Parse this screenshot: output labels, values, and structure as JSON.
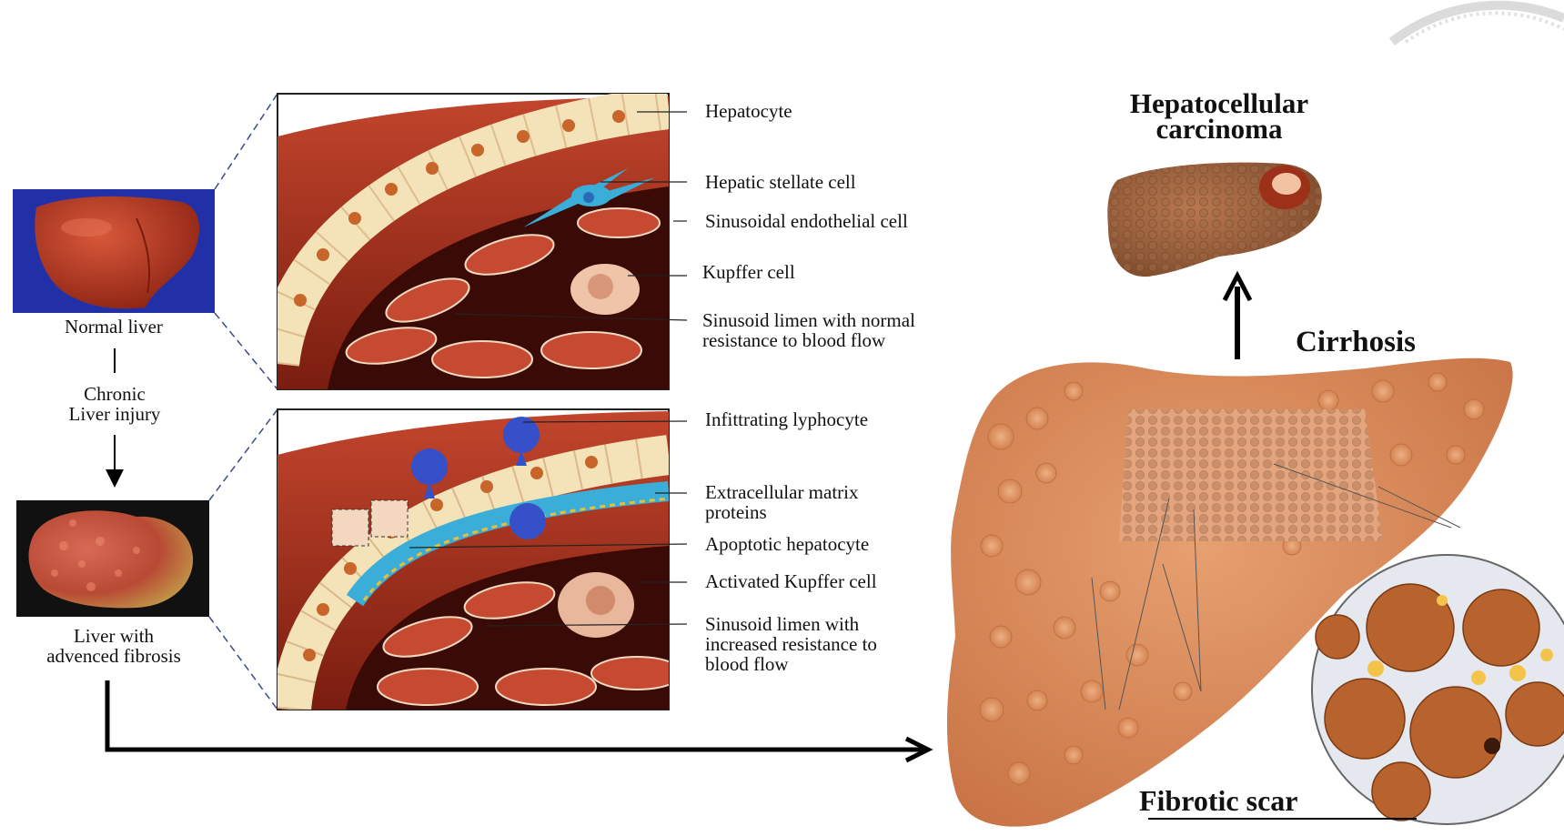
{
  "left_panel": {
    "normal_liver_caption": "Normal liver",
    "injury_caption": "Chronic\nLiver injury",
    "fibrosis_caption": "Liver with\nadvenced fibrosis"
  },
  "top_inset_labels": [
    "Hepatocyte",
    "Hepatic  stellate cell",
    "Sinusoidal endothelial cell",
    "Kupffer cell",
    "Sinusoid limen with normal\nresistance to blood flow"
  ],
  "bottom_inset_labels": [
    "Infittrating lyphocyte",
    "Extracellular matrix\nproteins",
    "Apoptotic hepatocyte",
    "Activated Kupffer cell",
    "Sinusoid limen with\nincreased resistance to\nblood flow"
  ],
  "right_panel": {
    "hcc_title": "Hepatocellular\ncarcinoma",
    "cirrhosis_title": "Cirrhosis",
    "fibrotic_scar_label": "Fibrotic scar"
  },
  "colors": {
    "normal_liver_bg": "#2230a8",
    "fibrosis_liver_bg": "#111111",
    "liver_red": "#b23a22",
    "cirrhotic_liver": "#d8875a",
    "stellate_cell": "#3aaed8",
    "lymphocyte": "#3550c8",
    "hepatocyte_cream": "#f5e6c0",
    "arrow": "#000000"
  }
}
